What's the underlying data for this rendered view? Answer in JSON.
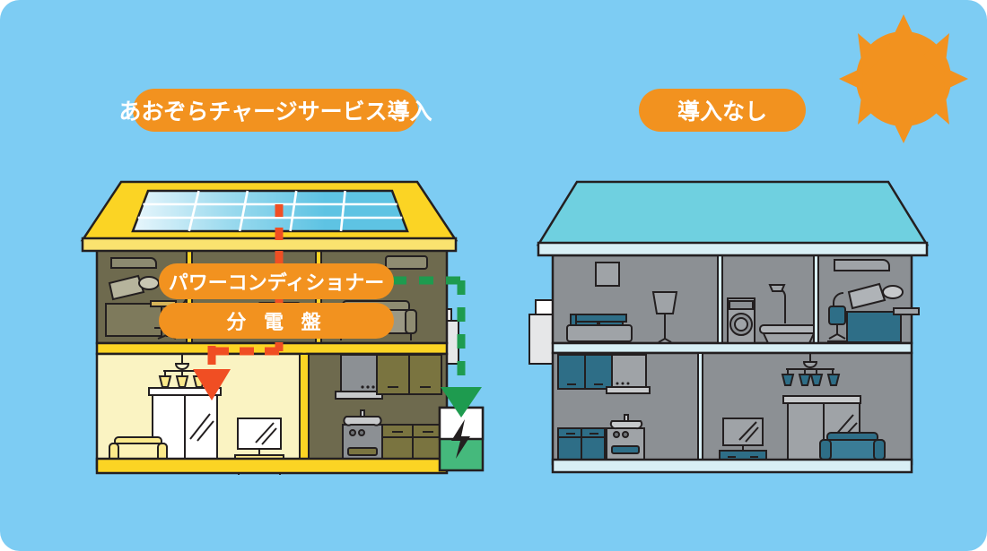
{
  "figure": {
    "type": "comparison-illustration",
    "background_color": "#7DCCF3",
    "title_left": "あおぞらチャージサービス導入",
    "title_right": "導入なし"
  },
  "labels": {
    "left_house_badge": "あおぞらチャージサービス導入",
    "right_house_badge": "導入なし",
    "power_conditioner": "パワーコンディショナー",
    "distribution_board": "分 電 盤"
  },
  "icons": {
    "sun": "sun-icon",
    "battery_bolt": "lightning-bolt-icon"
  },
  "colors": {
    "sky": "#7DCCF3",
    "accent_orange": "#F2921F",
    "roof_yellow": "#FBD424",
    "panel_blue": "#5EC3E3",
    "flow_red": "#F04E23",
    "flow_green": "#1E9B4F",
    "battery_green": "#45B97C",
    "right_roof_cyan": "#6FD0E0",
    "right_interior_grey": "#8C9094",
    "right_furniture_teal": "#2E6E87",
    "left_upper_olive": "#6E6A4E",
    "left_living_cream": "#FAF3C2",
    "left_kitchen_olive": "#7A7440"
  },
  "left_house": {
    "name": "house-with-aozora-charge-service",
    "roof": "solar-panel-roof",
    "solar_panel": {
      "columns": 5,
      "rows": 3
    },
    "flows": [
      {
        "name": "solar-to-power-conditioner",
        "color": "#F04E23",
        "style": "dashed"
      },
      {
        "name": "distribution-board-to-home",
        "color": "#F04E23",
        "style": "dashed-arrow"
      },
      {
        "name": "power-conditioner-to-ev-battery",
        "color": "#1E9B4F",
        "style": "dashed-arrow"
      }
    ],
    "rooms": [
      {
        "name": "upper-office",
        "floor": "upper"
      },
      {
        "name": "upper-living",
        "floor": "upper"
      },
      {
        "name": "lower-living-room",
        "floor": "lower"
      },
      {
        "name": "lower-kitchen",
        "floor": "lower"
      }
    ],
    "equipment": [
      {
        "name": "air-conditioner-outdoor-unit"
      },
      {
        "name": "ev-storage-battery"
      }
    ]
  },
  "right_house": {
    "name": "house-without-service",
    "roof": "plain-cyan-roof",
    "rooms": [
      {
        "name": "upper-bedroom",
        "floor": "upper"
      },
      {
        "name": "upper-bathroom",
        "floor": "upper"
      },
      {
        "name": "upper-office",
        "floor": "upper"
      },
      {
        "name": "lower-kitchen",
        "floor": "lower"
      },
      {
        "name": "lower-living-room",
        "floor": "lower"
      }
    ],
    "equipment": [
      {
        "name": "air-conditioner-outdoor-unit"
      }
    ]
  }
}
